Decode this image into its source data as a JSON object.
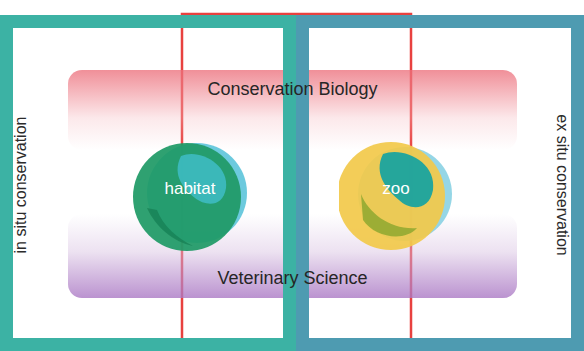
{
  "diagram": {
    "nodes": [
      {
        "text": [
          "in situ conservation"
        ]
      },
      {
        "text": [
          "ex situ conservation"
        ]
      },
      {
        "text": [
          "Conservation Biology"
        ]
      },
      {
        "text": [
          "habitat"
        ],
        "in": 0
      },
      {
        "text": [
          "zoo"
        ],
        "in": 1
      },
      {
        "text": [
          "Veterinary Science"
        ]
      }
    ]
  }
}
